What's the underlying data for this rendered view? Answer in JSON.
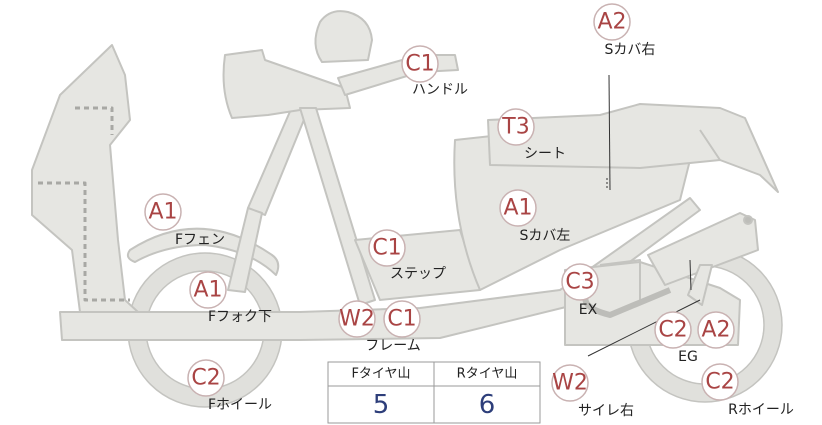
{
  "colors": {
    "body_fill": "#e6e6e2",
    "body_stroke": "#c4c4c0",
    "badge_fill": "#ffffff",
    "badge_stroke": "#c9b2b2",
    "code_text": "#a94444",
    "label_text": "#222222",
    "table_value": "#2d3e7a"
  },
  "parts": [
    {
      "id": "handle",
      "code": "C1",
      "label": "ハンドル"
    },
    {
      "id": "cover-right",
      "code": "A2",
      "label": "Sカバ右"
    },
    {
      "id": "seat",
      "code": "T3",
      "label": "シート"
    },
    {
      "id": "cover-left",
      "code": "A1",
      "label": "Sカバ左"
    },
    {
      "id": "front-fender",
      "code": "A1",
      "label": "Fフェン"
    },
    {
      "id": "front-fork",
      "code": "A1",
      "label": "Fフォク下"
    },
    {
      "id": "step",
      "code": "C1",
      "label": "ステップ"
    },
    {
      "id": "frame",
      "code": "C1",
      "label": "フレーム"
    },
    {
      "id": "frame-w",
      "code": "W2",
      "label": ""
    },
    {
      "id": "exhaust",
      "code": "C3",
      "label": "EX"
    },
    {
      "id": "engine",
      "code": "C2",
      "label": "EG"
    },
    {
      "id": "engine-a",
      "code": "A2",
      "label": ""
    },
    {
      "id": "muffler-right",
      "code": "W2",
      "label": "サイレ右"
    },
    {
      "id": "front-wheel",
      "code": "C2",
      "label": "Fホイール"
    },
    {
      "id": "rear-wheel",
      "code": "C2",
      "label": "Rホイール"
    }
  ],
  "tread_table": {
    "headers": [
      "Fタイヤ山",
      "Rタイヤ山"
    ],
    "values": [
      "5",
      "6"
    ]
  }
}
